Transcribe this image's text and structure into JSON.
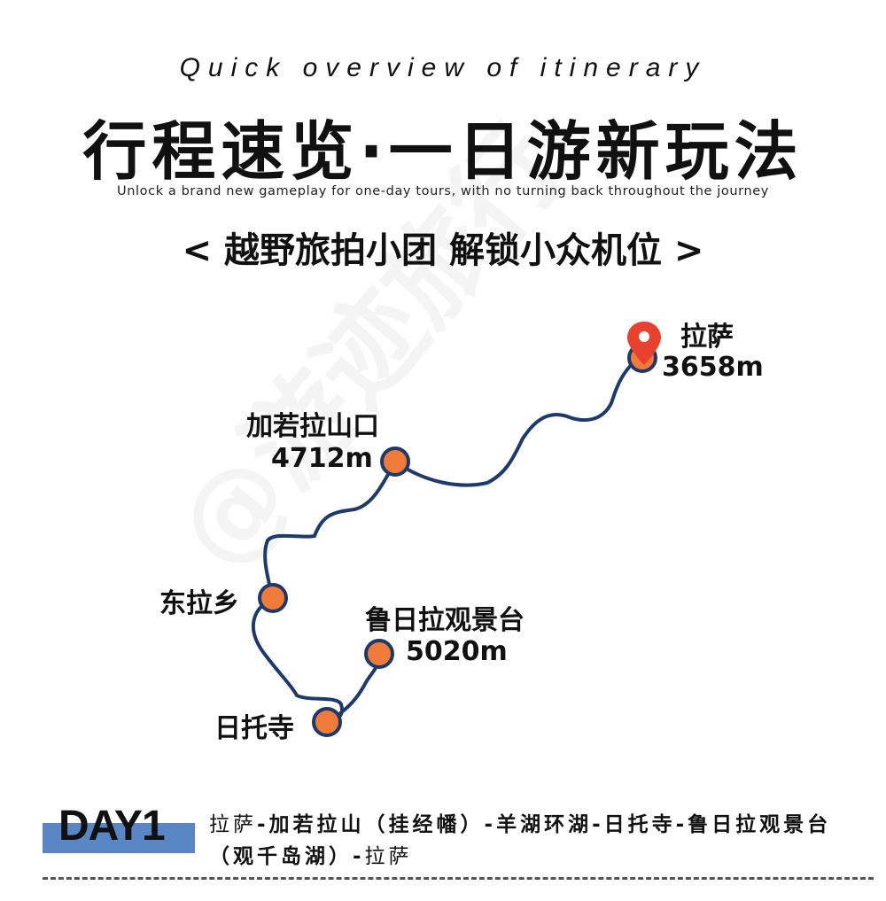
{
  "header": {
    "subtitle_en": "Quick overview of itinerary",
    "title": "行程速览·一日游新玩法",
    "tagline": "Unlock a brand new gameplay for one-day tours, with no turning back throughout the journey",
    "subhead": "< 越野旅拍小团 解锁小众机位 >"
  },
  "watermark": "@游迹旅行",
  "colors": {
    "route": "#1e3a6b",
    "stop": "#f07a3a",
    "pin": "#e8412d",
    "day_bar": "#5a86c6"
  },
  "route": {
    "stops": [
      {
        "name": "拉萨",
        "altitude": "3658m",
        "icon": "map-pin-icon"
      },
      {
        "name": "加若拉山口",
        "altitude": "4712m"
      },
      {
        "name": "东拉乡",
        "altitude": ""
      },
      {
        "name": "日托寺",
        "altitude": ""
      },
      {
        "name": "鲁日拉观景台",
        "altitude": "5020m"
      }
    ]
  },
  "day": {
    "label": "DAY1",
    "itinerary_start": "拉萨",
    "itinerary_rest": "-加若拉山（挂经幡）-羊湖环湖-日托寺-鲁日拉观景台（观千岛湖）-",
    "itinerary_end": "拉萨"
  }
}
